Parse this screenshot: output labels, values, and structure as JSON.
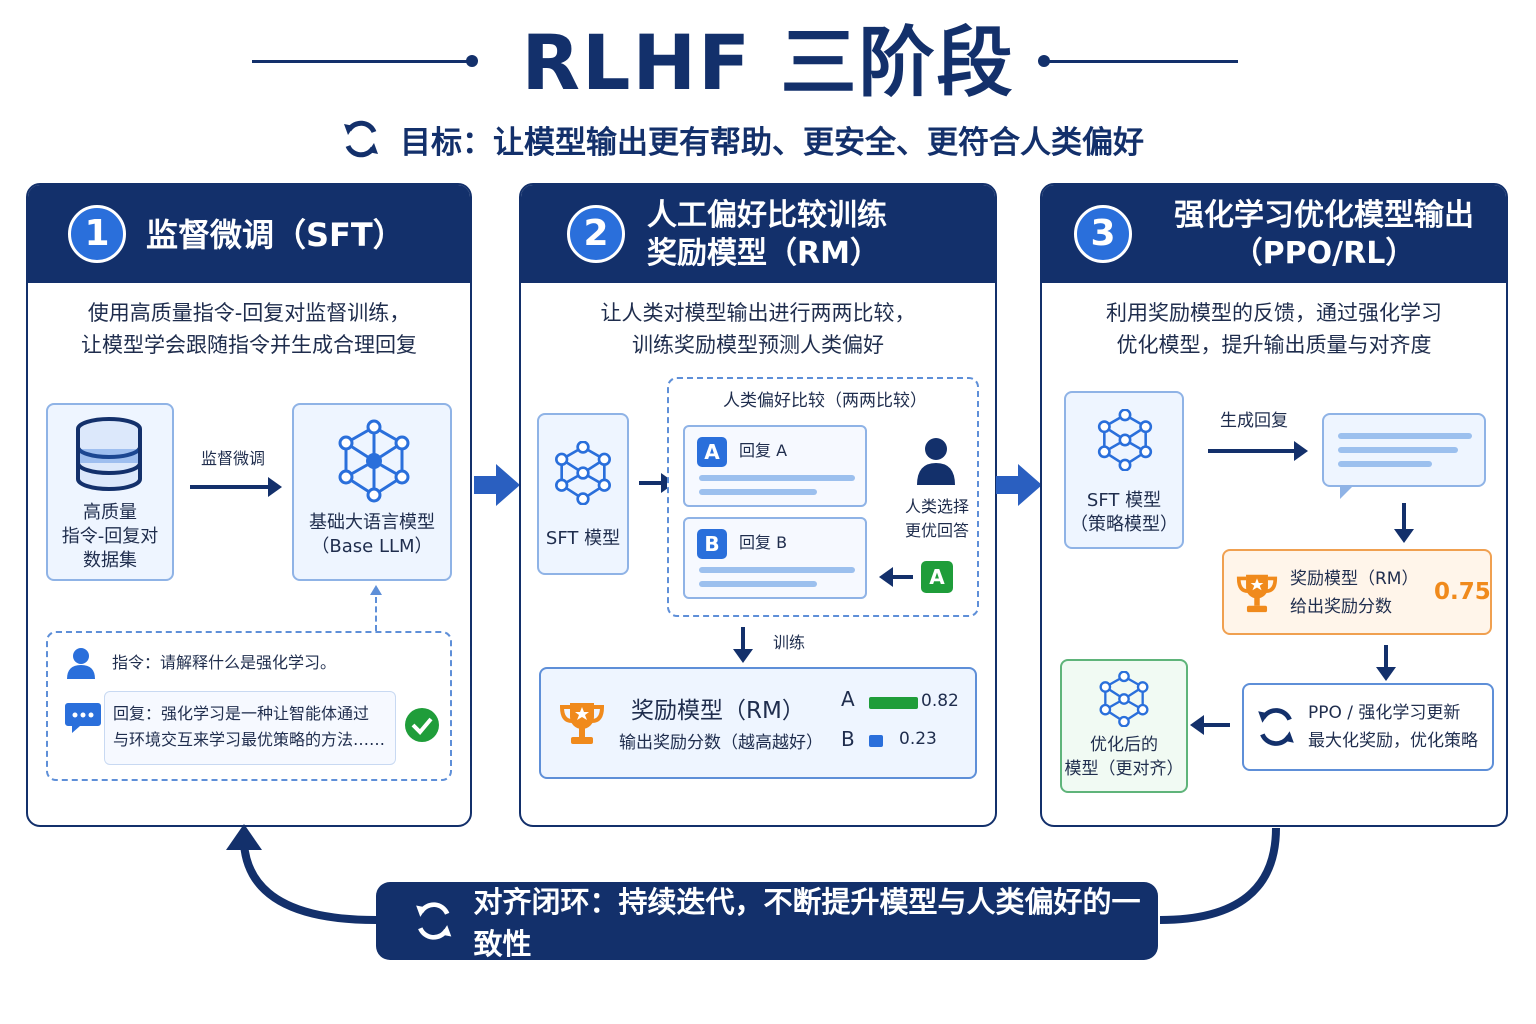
{
  "header": {
    "title": "RLHF 三阶段",
    "subtitle": "目标：让模型输出更有帮助、更安全、更符合人类偏好"
  },
  "stage1": {
    "number": "1",
    "title": "监督微调（SFT）",
    "desc_line1": "使用高质量指令-回复对监督训练，",
    "desc_line2": "让模型学会跟随指令并生成合理回复",
    "dataset_line1": "高质量",
    "dataset_line2": "指令-回复对",
    "dataset_line3": "数据集",
    "arrow_label": "监督微调",
    "model_line1": "基础大语言模型",
    "model_line2": "（Base LLM）",
    "instruction": "指令：请解释什么是强化学习。",
    "reply_line1": "回复：强化学习是一种让智能体通过",
    "reply_line2": "与环境交互来学习最优策略的方法……"
  },
  "stage2": {
    "number": "2",
    "title_line1": "人工偏好比较训练",
    "title_line2": "奖励模型（RM）",
    "desc_line1": "让人类对模型输出进行两两比较，",
    "desc_line2": "训练奖励模型预测人类偏好",
    "sft_label": "SFT 模型",
    "compare_title": "人类偏好比较（两两比较）",
    "reply_a_badge": "A",
    "reply_a": "回复 A",
    "reply_b_badge": "B",
    "reply_b": "回复 B",
    "human_line1": "人类选择",
    "human_line2": "更优回答",
    "chosen": "A",
    "train_label": "训练",
    "rm_title": "奖励模型（RM）",
    "rm_sub": "输出奖励分数（越高越好）",
    "score_a_label": "A",
    "score_a": 0.82,
    "score_a_text": "0.82",
    "score_b_label": "B",
    "score_b": 0.23,
    "score_b_text": "0.23"
  },
  "stage3": {
    "number": "3",
    "title_line1": "强化学习优化模型输出",
    "title_line2": "（PPO/RL）",
    "desc_line1": "利用奖励模型的反馈，通过强化学习",
    "desc_line2": "优化模型，提升输出质量与对齐度",
    "policy_line1": "SFT 模型",
    "policy_line2": "（策略模型）",
    "gen_label": "生成回复",
    "rm_line1": "奖励模型（RM）",
    "rm_line2": "给出奖励分数",
    "rm_score": "0.75",
    "ppo_line1": "PPO / 强化学习更新",
    "ppo_line2": "最大化奖励，优化策略",
    "opt_line1": "优化后的",
    "opt_line2": "模型（更对齐）"
  },
  "footer": {
    "loop_text": "对齐闭环：持续迭代，不断提升模型与人类偏好的一致性"
  },
  "colors": {
    "navy": "#13306b",
    "accent_blue": "#2a6fdb",
    "green": "#1f9d3a",
    "orange": "#f08a1c"
  }
}
